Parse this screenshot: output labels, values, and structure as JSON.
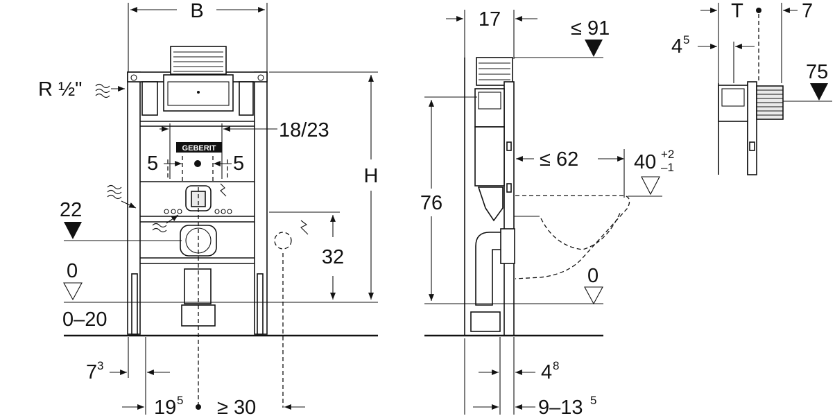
{
  "labels": {
    "B": "B",
    "R": "R ½\"",
    "d18_23": "18/23",
    "geberit": "GEBERIT",
    "five_left": "5",
    "five_right": "5",
    "H": "H",
    "d22": "22",
    "d32": "32",
    "zero_left": "0",
    "range_0_20": "0–20",
    "d7_base": "7",
    "d7_sup": "3",
    "d19_base": "19",
    "d19_sup": "5",
    "ge30": "≥ 30",
    "d17": "17",
    "le91": "≤ 91",
    "d76": "76",
    "le62": "≤ 62",
    "d40_base": "40",
    "d40_plus": "+2",
    "d40_minus": "–1",
    "zero_mid": "0",
    "d4_base": "4",
    "d4_sup": "8",
    "d9_base": "9–13",
    "d9_sup": "5",
    "T": "T",
    "d7_right": "7",
    "d45_base": "4",
    "d45_sup": "5",
    "d75": "75"
  }
}
